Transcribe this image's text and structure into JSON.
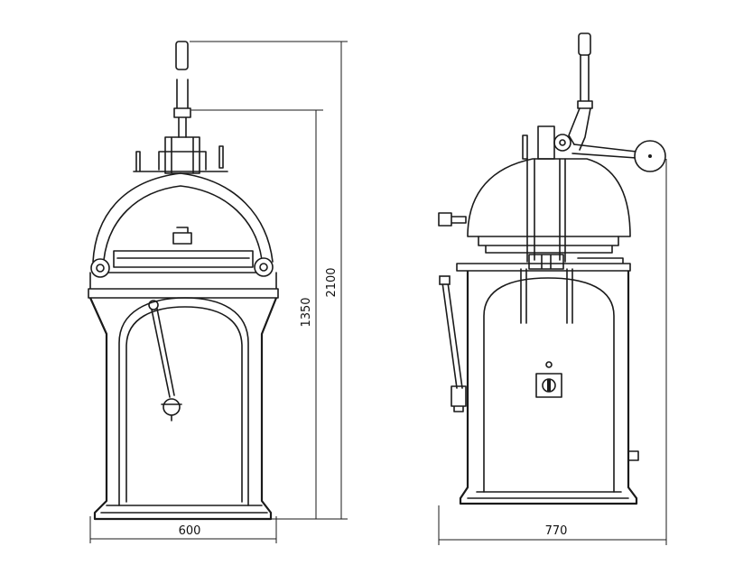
{
  "dimensions": {
    "front_width": "600",
    "total_height": "2100",
    "working_height": "1350",
    "side_width": "770"
  }
}
